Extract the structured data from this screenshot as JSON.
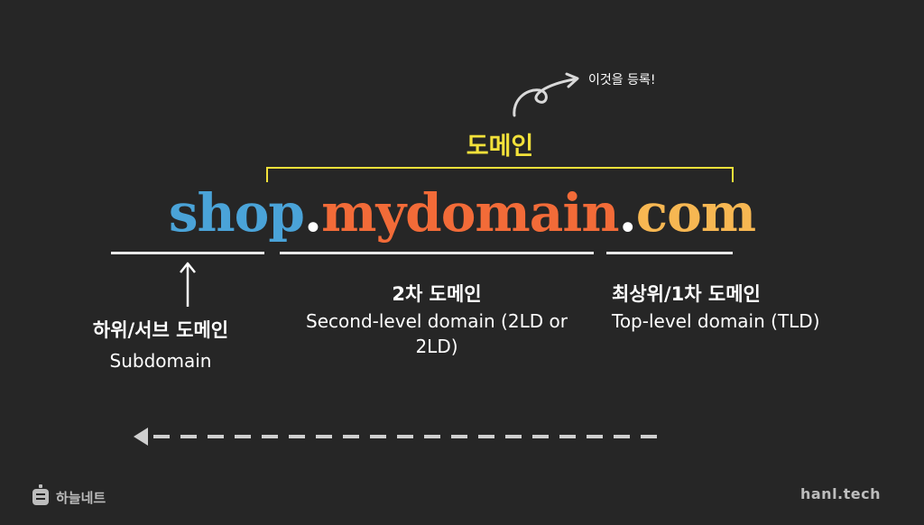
{
  "diagram": {
    "domain_parts": {
      "subdomain": "shop",
      "dot1": ".",
      "second_level": "mydomain",
      "dot2": ".",
      "tld": "com"
    },
    "bracket_label": "도메인",
    "register_note": "이것을 등록!",
    "labels": {
      "subdomain_kr": "하위/서브 도메인",
      "subdomain_en": "Subdomain",
      "second_level_kr": "2차 도메인",
      "second_level_en": "Second-level domain (2LD or 2LD)",
      "tld_kr": "최상위/1차 도메인",
      "tld_en": "Top-level domain (TLD)"
    },
    "colors": {
      "background": "#262626",
      "subdomain": "#4aa3d8",
      "second_level": "#f26b38",
      "tld": "#f7b752",
      "bracket": "#f2e13a"
    }
  },
  "footer": {
    "logo_text": "하늘네트",
    "site": "hanl.tech"
  }
}
